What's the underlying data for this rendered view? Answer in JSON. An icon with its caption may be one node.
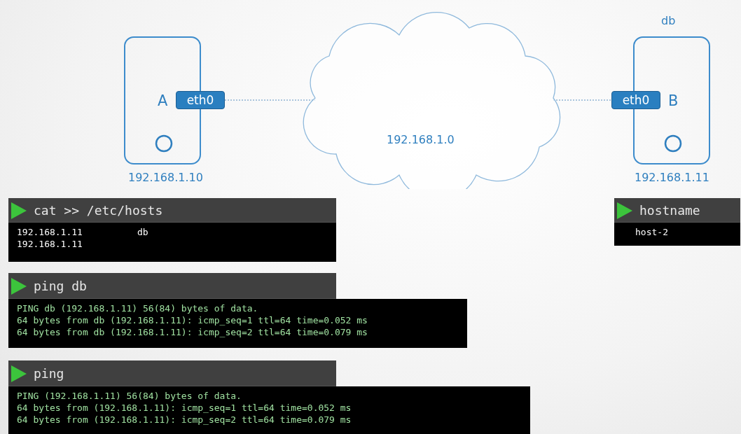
{
  "diagram": {
    "nodes": [
      {
        "text": [
          "A"
        ],
        "beside": [
          "192.168.1.10"
        ]
      },
      {
        "text": [
          "eth0"
        ]
      },
      {
        "text": [
          "192.168.1.0"
        ]
      },
      {
        "text": [
          "B"
        ],
        "beside": [
          "db",
          "192.168.1.11"
        ]
      },
      {
        "text": [
          "eth0"
        ]
      },
      {
        "text": [
          "cat >> /etc/hosts",
          "192.168.1.11",
          "db",
          "192.168.1.11"
        ]
      },
      {
        "text": [
          "hostname",
          "host-2"
        ]
      },
      {
        "text": [
          "ping db",
          "PING db (192.168.1.11) 56(84) bytes of data.",
          "64 bytes from db (192.168.1.11): icmp_seq=1 ttl=64 time=0.052 ms",
          "64 bytes from db (192.168.1.11): icmp_seq=2 ttl=64 time=0.079 ms"
        ]
      },
      {
        "text": [
          "ping",
          "PING (192.168.1.11) 56(84) bytes of data.",
          "64 bytes from (192.168.1.11): icmp_seq=1 ttl=64 time=0.052 ms",
          "64 bytes from (192.168.1.11): icmp_seq=2 ttl=64 time=0.079 ms"
        ]
      }
    ],
    "edges": [
      {
        "from": 1,
        "to": 2,
        "arrow": "none",
        "style": "dashed"
      },
      {
        "from": 2,
        "to": 4,
        "arrow": "none",
        "style": "dashed"
      }
    ]
  }
}
